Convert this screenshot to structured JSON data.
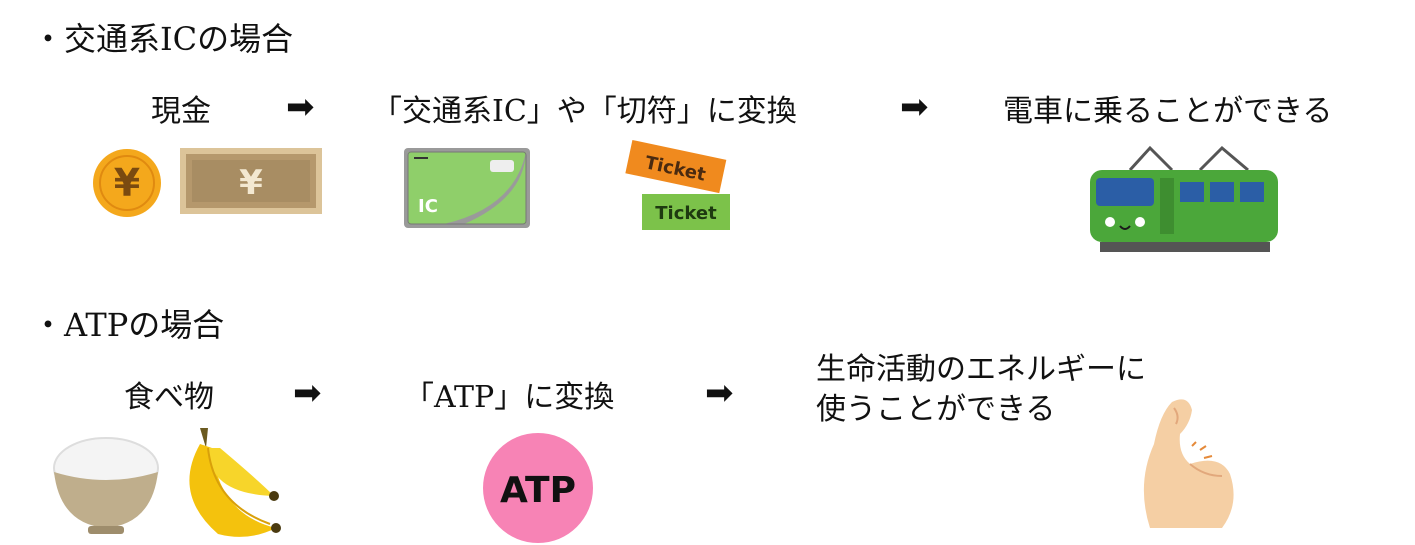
{
  "section_ic": {
    "heading": "・交通系ICの場合",
    "step1": "現金",
    "step2": "「交通系IC」や「切符」に変換",
    "step3": "電車に乗ることができる",
    "coin_symbol": "¥",
    "bill_symbol": "¥",
    "card_text": "IC",
    "ticket1_text": "Ticket",
    "ticket2_text": "Ticket",
    "arrow": "➡"
  },
  "section_atp": {
    "heading": "・ATPの場合",
    "step1": "食べ物",
    "step2": "「ATP」に変換",
    "step3_line1": "生命活動のエネルギーに",
    "step3_line2": "使うことができる",
    "atp_circle_text": "ATP",
    "arrow": "➡"
  },
  "colors": {
    "coin": "#f4a81c",
    "bill": "#c9a877",
    "card": "#8fcf6a",
    "ticket_orange": "#f08a1e",
    "ticket_green": "#7cc24a",
    "train": "#4ba73a",
    "atp_circle": "#f783b5",
    "arm": "#f5cfa4"
  }
}
